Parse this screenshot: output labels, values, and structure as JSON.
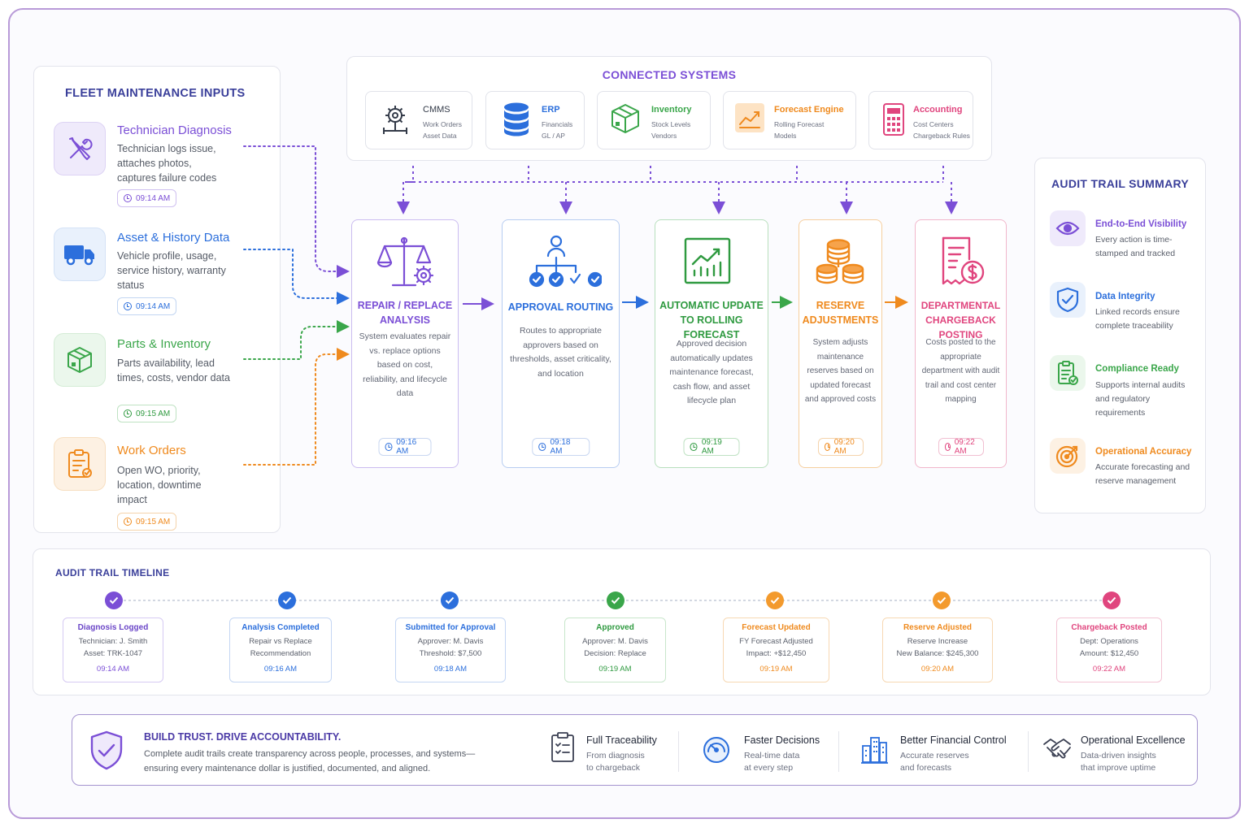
{
  "inputs": {
    "title": "FLEET MAINTENANCE INPUTS",
    "items": [
      {
        "title": "Technician Diagnosis",
        "desc": "Technician logs issue, attaches photos, captures failure codes",
        "time": "09:14 AM",
        "color": "#7b4fd6"
      },
      {
        "title": "Asset & History Data",
        "desc": "Vehicle profile, usage, service history, warranty status",
        "time": "09:14 AM",
        "color": "#2c6fdc"
      },
      {
        "title": "Parts & Inventory",
        "desc": "Parts availability, lead times, costs, vendor data",
        "time": "09:15 AM",
        "color": "#3aa64a"
      },
      {
        "title": "Work Orders",
        "desc": "Open WO, priority, location, downtime impact",
        "time": "09:15 AM",
        "color": "#ef8a1e"
      }
    ]
  },
  "systems": {
    "title": "CONNECTED SYSTEMS",
    "items": [
      {
        "name": "CMMS",
        "sub1": "Work Orders",
        "sub2": "Asset Data",
        "color": "#333a48"
      },
      {
        "name": "ERP",
        "sub1": "Financials",
        "sub2": "GL / AP",
        "color": "#2c6fdc"
      },
      {
        "name": "Inventory",
        "sub1": "Stock Levels",
        "sub2": "Vendors",
        "color": "#3aa64a"
      },
      {
        "name": "Forecast Engine",
        "sub1": "Rolling Forecast",
        "sub2": "Models",
        "color": "#ef8a1e"
      },
      {
        "name": "Accounting",
        "sub1": "Cost Centers",
        "sub2": "Chargeback Rules",
        "color": "#e0457e"
      }
    ]
  },
  "process": [
    {
      "title1": "REPAIR / REPLACE",
      "title2": "ANALYSIS",
      "desc": "System evaluates repair vs. replace options based on cost, reliability, and lifecycle data",
      "time": "09:16 AM",
      "color": "#7b4fd6"
    },
    {
      "title1": "APPROVAL ROUTING",
      "title2": "",
      "desc": "Routes to appropriate approvers based on thresholds, asset criticality, and location",
      "time": "09:18 AM",
      "color": "#2c6fdc"
    },
    {
      "title1": "AUTOMATIC UPDATE",
      "title2": "TO ROLLING FORECAST",
      "desc": "Approved decision automatically updates maintenance forecast, cash flow, and asset lifecycle plan",
      "time": "09:19 AM",
      "color": "#2f9a40"
    },
    {
      "title1": "RESERVE",
      "title2": "ADJUSTMENTS",
      "desc": "System adjusts maintenance reserves based on updated forecast and approved costs",
      "time": "09:20 AM",
      "color": "#ef8a1e"
    },
    {
      "title1": "DEPARTMENTAL",
      "title2": "CHARGEBACK POSTING",
      "desc": "Costs posted to the appropriate department with audit trail and cost center mapping",
      "time": "09:22 AM",
      "color": "#e0457e"
    }
  ],
  "summary": {
    "title": "AUDIT TRAIL SUMMARY",
    "items": [
      {
        "title": "End-to-End Visibility",
        "desc": "Every action is time-stamped and tracked",
        "color": "#7b4fd6"
      },
      {
        "title": "Data Integrity",
        "desc": "Linked records ensure complete traceability",
        "color": "#2c6fdc"
      },
      {
        "title": "Compliance Ready",
        "desc": "Supports internal audits and regulatory requirements",
        "color": "#3aa64a"
      },
      {
        "title": "Operational Accuracy",
        "desc": "Accurate forecasting and reserve management",
        "color": "#ef8a1e"
      }
    ]
  },
  "timeline": {
    "title": "AUDIT TRAIL TIMELINE",
    "events": [
      {
        "name": "Diagnosis Logged",
        "l1": "Technician: J. Smith",
        "l2": "Asset: TRK-1047",
        "time": "09:14 AM",
        "color": "#7b4fd6"
      },
      {
        "name": "Analysis Completed",
        "l1": "Repair vs Replace",
        "l2": "Recommendation",
        "time": "09:16 AM",
        "color": "#2c6fdc"
      },
      {
        "name": "Submitted for Approval",
        "l1": "Approver: M. Davis",
        "l2": "Threshold: $7,500",
        "time": "09:18 AM",
        "color": "#2c6fdc"
      },
      {
        "name": "Approved",
        "l1": "Approver: M. Davis",
        "l2": "Decision: Replace",
        "time": "09:19 AM",
        "color": "#3aa64a"
      },
      {
        "name": "Forecast Updated",
        "l1": "FY Forecast Adjusted",
        "l2": "Impact: +$12,450",
        "time": "09:19 AM",
        "color": "#ef8a1e"
      },
      {
        "name": "Reserve Adjusted",
        "l1": "Reserve Increase",
        "l2": "New Balance: $245,300",
        "time": "09:20 AM",
        "color": "#ef8a1e"
      },
      {
        "name": "Chargeback Posted",
        "l1": "Dept: Operations",
        "l2": "Amount: $12,450",
        "time": "09:22 AM",
        "color": "#e0457e"
      }
    ]
  },
  "banner": {
    "title": "BUILD TRUST. DRIVE ACCOUNTABILITY.",
    "desc1": "Complete audit trails create transparency across people, processes, and systems—",
    "desc2": "ensuring every maintenance dollar is justified, documented, and aligned.",
    "benefits": [
      {
        "title": "Full Traceability",
        "d1": "From diagnosis",
        "d2": "to chargeback"
      },
      {
        "title": "Faster Decisions",
        "d1": "Real-time data",
        "d2": "at every step"
      },
      {
        "title": "Better Financial Control",
        "d1": "Accurate reserves",
        "d2": "and forecasts"
      },
      {
        "title": "Operational Excellence",
        "d1": "Data-driven insights",
        "d2": "that improve uptime"
      }
    ]
  }
}
